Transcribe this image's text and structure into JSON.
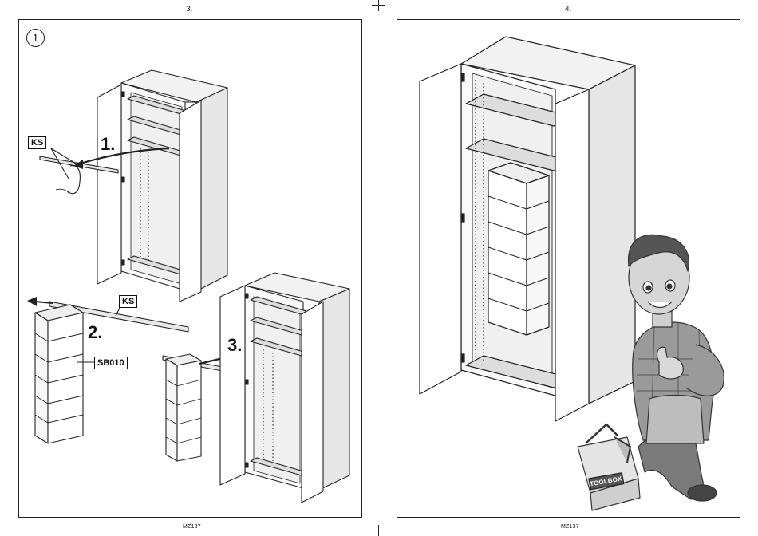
{
  "pages": {
    "left": {
      "number": "3.",
      "footer": "MZ137",
      "step": "1"
    },
    "right": {
      "number": "4.",
      "footer": "MZ137"
    }
  },
  "labels": {
    "ks_1": "KS",
    "ks_2": "KS",
    "sb": "SB010"
  },
  "steps": {
    "one": "1.",
    "two": "2.",
    "three": "3."
  },
  "mascot": {
    "toolbox_text": "TOOLBOX"
  }
}
